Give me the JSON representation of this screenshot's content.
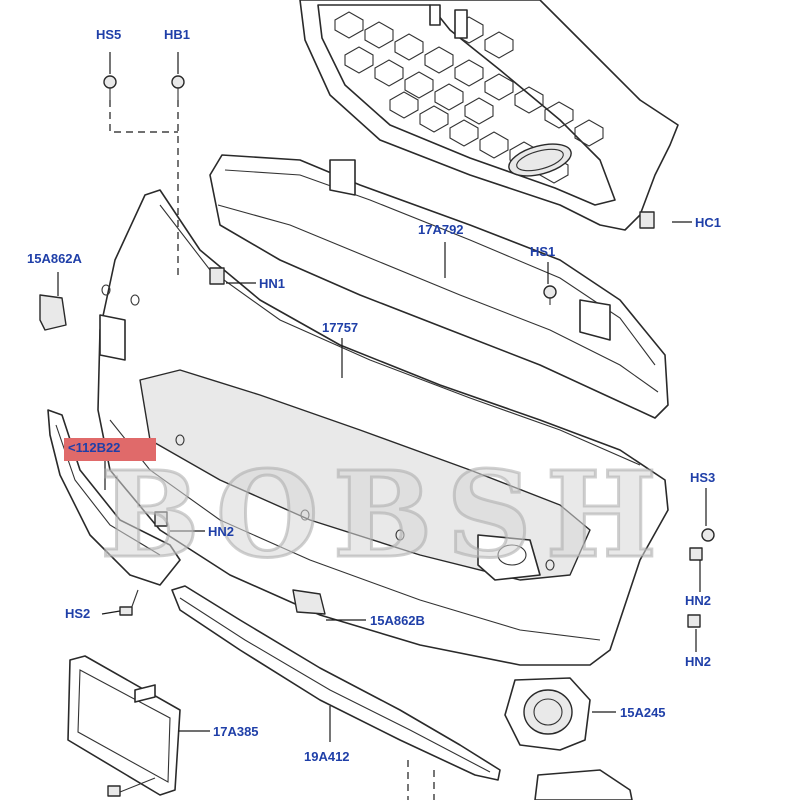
{
  "watermark": "BOBSH",
  "labels": {
    "hs5": "HS5",
    "hb1": "HB1",
    "hc1": "HC1",
    "a15a862_left": "15A862A",
    "a17a792": "17A792",
    "hs1": "HS1",
    "hn1": "HN1",
    "a17757": "17757",
    "a112b22": "<112B22",
    "hs3": "HS3",
    "hn2_left": "HN2",
    "hn2_right_upper": "HN2",
    "hn2_right_lower": "HN2",
    "hs2": "HS2",
    "a15a862b": "15A862B",
    "a15a245": "15A245",
    "a17a385": "17A385",
    "a19a412": "19A412"
  },
  "colors": {
    "label_text": "#1f3fa8",
    "highlight": "#e06a6a",
    "line_art": "#2a2a2a"
  }
}
